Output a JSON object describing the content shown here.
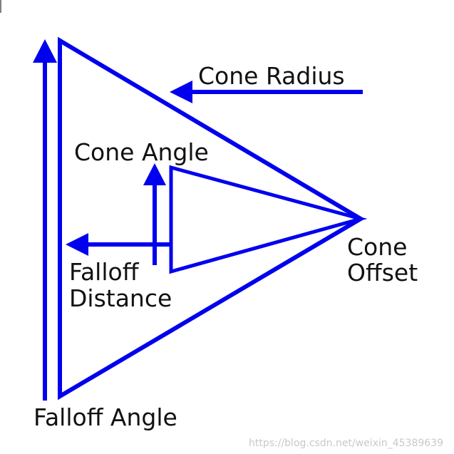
{
  "diagram": {
    "labels": {
      "cone_radius": "Cone Radius",
      "cone_angle": "Cone Angle",
      "cone_offset_line1": "Cone",
      "cone_offset_line2": "Offset",
      "falloff_distance_line1": "Falloff",
      "falloff_distance_line2": "Distance",
      "falloff_angle": "Falloff Angle"
    },
    "colors": {
      "stroke": "#0000ee",
      "text": "#111111",
      "watermark": "#c8c8c8",
      "background": "#ffffff"
    }
  },
  "watermark": "https://blog.csdn.net/weixin_45389639"
}
